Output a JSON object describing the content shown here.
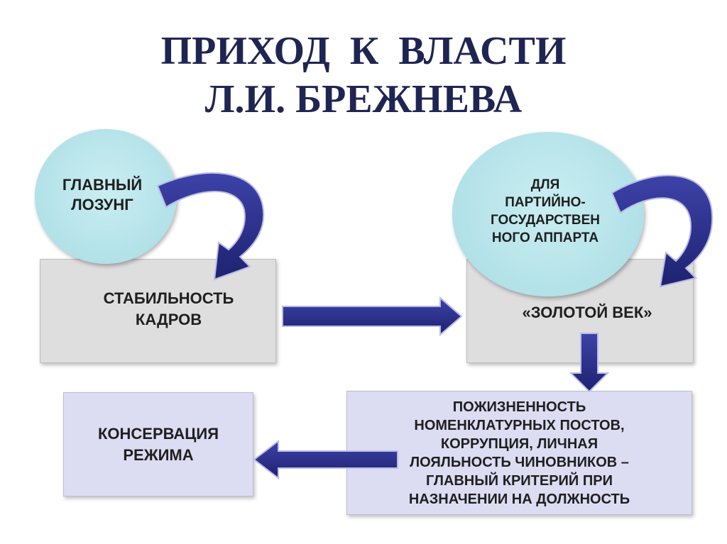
{
  "title": {
    "line1": "ПРИХОД  К  ВЛАСТИ",
    "line2": "Л.И. БРЕЖНЕВА"
  },
  "nodes": {
    "main_slogan": "ГЛАВНЫЙ\nЛОЗУНГ",
    "stability": "СТАБИЛЬНОСТЬ\nКАДРОВ",
    "for_apparatus": "ДЛЯ\nПАРТИЙНО-\nГОСУДАРСТВЕН\nНОГО АППАРТА",
    "golden_age": "«ЗОЛОТОЙ ВЕК»",
    "lifelong": "ПОЖИЗНЕННОСТЬ\nНОМЕНКЛАТУРНЫХ ПОСТОВ,\nКОРРУПЦИЯ, ЛИЧНАЯ\nЛОЯЛЬНОСТЬ ЧИНОВНИКОВ –\nГЛАВНЫЙ КРИТЕРИЙ ПРИ\nНАЗНАЧЕНИИ  НА  ДОЛЖНОСТЬ",
    "conservation": "КОНСЕРВАЦИЯ\nРЕЖИМА"
  },
  "colors": {
    "title": "#1f2552",
    "arrow_fill": "#2b2f8c",
    "arrow_stroke": "#b8bde6",
    "circle": "#b2e1e8",
    "gray_box": "#dedede",
    "lavender_box": "#dcdcf2"
  }
}
